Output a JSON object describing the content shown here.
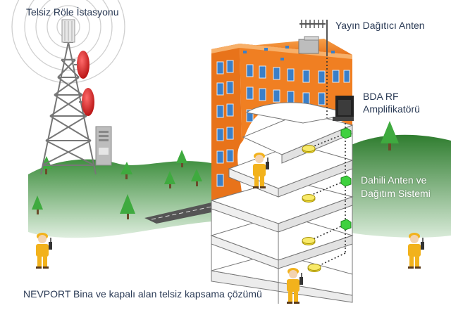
{
  "labels": {
    "tower": "Telsiz Röle İstasyonu",
    "antenna": "Yayın Dağıtıcı Anten",
    "bda_line1": "BDA  RF",
    "bda_line2": "Amplifikatörü",
    "das_line1": "Dahili Anten ve",
    "das_line2": "Dağıtım Sistemi",
    "caption": "NEVPORT  Bina ve kapalı alan telsiz kapsama çözümü"
  },
  "icons": [
    "radio-tower-icon",
    "rooftop-antenna-icon",
    "bda-amplifier-icon",
    "indoor-antenna-icon",
    "splitter-icon",
    "radio-user-icon",
    "tree-icon"
  ],
  "colors": {
    "building": "#f07f22",
    "windows": "#3a7fc8",
    "grass": "#3f8f3f",
    "radio_user": "#f2b21c",
    "dish": "#d81b1b",
    "indoor_antenna": "#f2dc2a",
    "splitter": "#3fd13f",
    "text": "#2a3a55"
  }
}
